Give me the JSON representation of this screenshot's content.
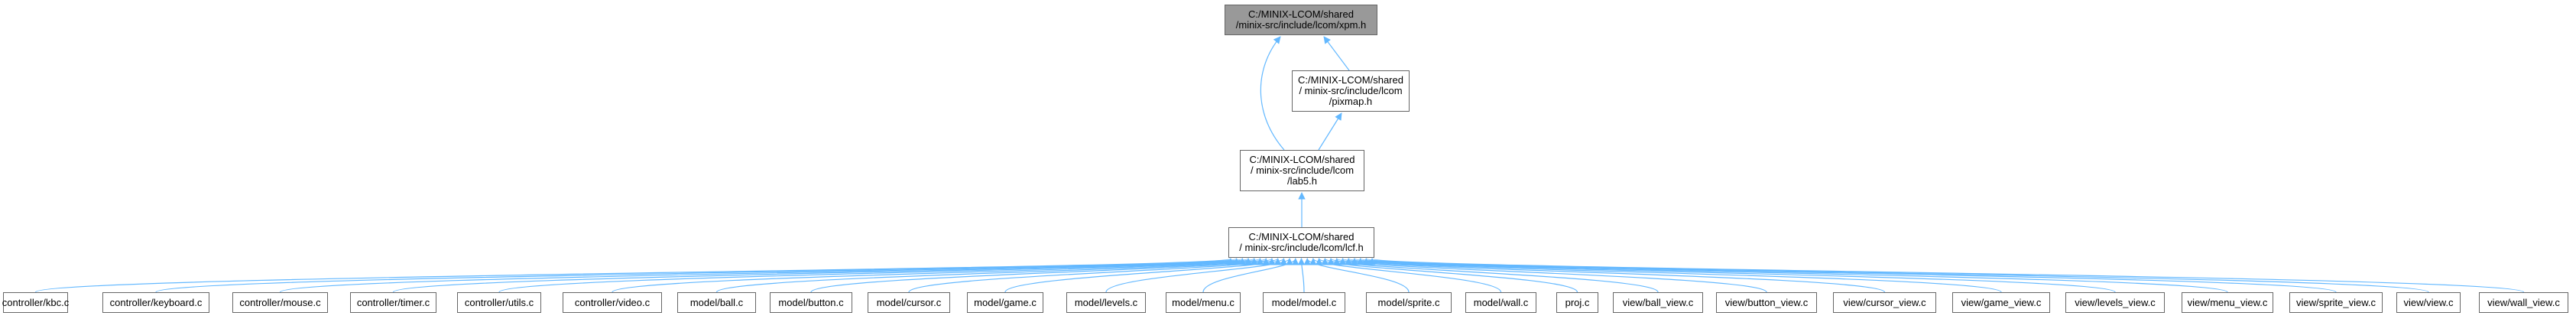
{
  "diagram": {
    "root": "C:/MINIX-LCOM/shared\n/minix-src/include/lcom/xpm.h",
    "pixmap": "C:/MINIX-LCOM/shared\n/ minix-src/include/lcom\n/pixmap.h",
    "lab5": "C:/MINIX-LCOM/shared\n/ minix-src/include/lcom\n/lab5.h",
    "lcf": "C:/MINIX-LCOM/shared\n/ minix-src/include/lcom/lcf.h",
    "leaves": [
      "controller/kbc.c",
      "controller/keyboard.c",
      "controller/mouse.c",
      "controller/timer.c",
      "controller/utils.c",
      "controller/video.c",
      "model/ball.c",
      "model/button.c",
      "model/cursor.c",
      "model/game.c",
      "model/levels.c",
      "model/menu.c",
      "model/model.c",
      "model/sprite.c",
      "model/wall.c",
      "proj.c",
      "view/ball_view.c",
      "view/button_view.c",
      "view/cursor_view.c",
      "view/game_view.c",
      "view/levels_view.c",
      "view/menu_view.c",
      "view/sprite_view.c",
      "view/view.c",
      "view/wall_view.c"
    ],
    "edge_color": "#63b8ff"
  }
}
